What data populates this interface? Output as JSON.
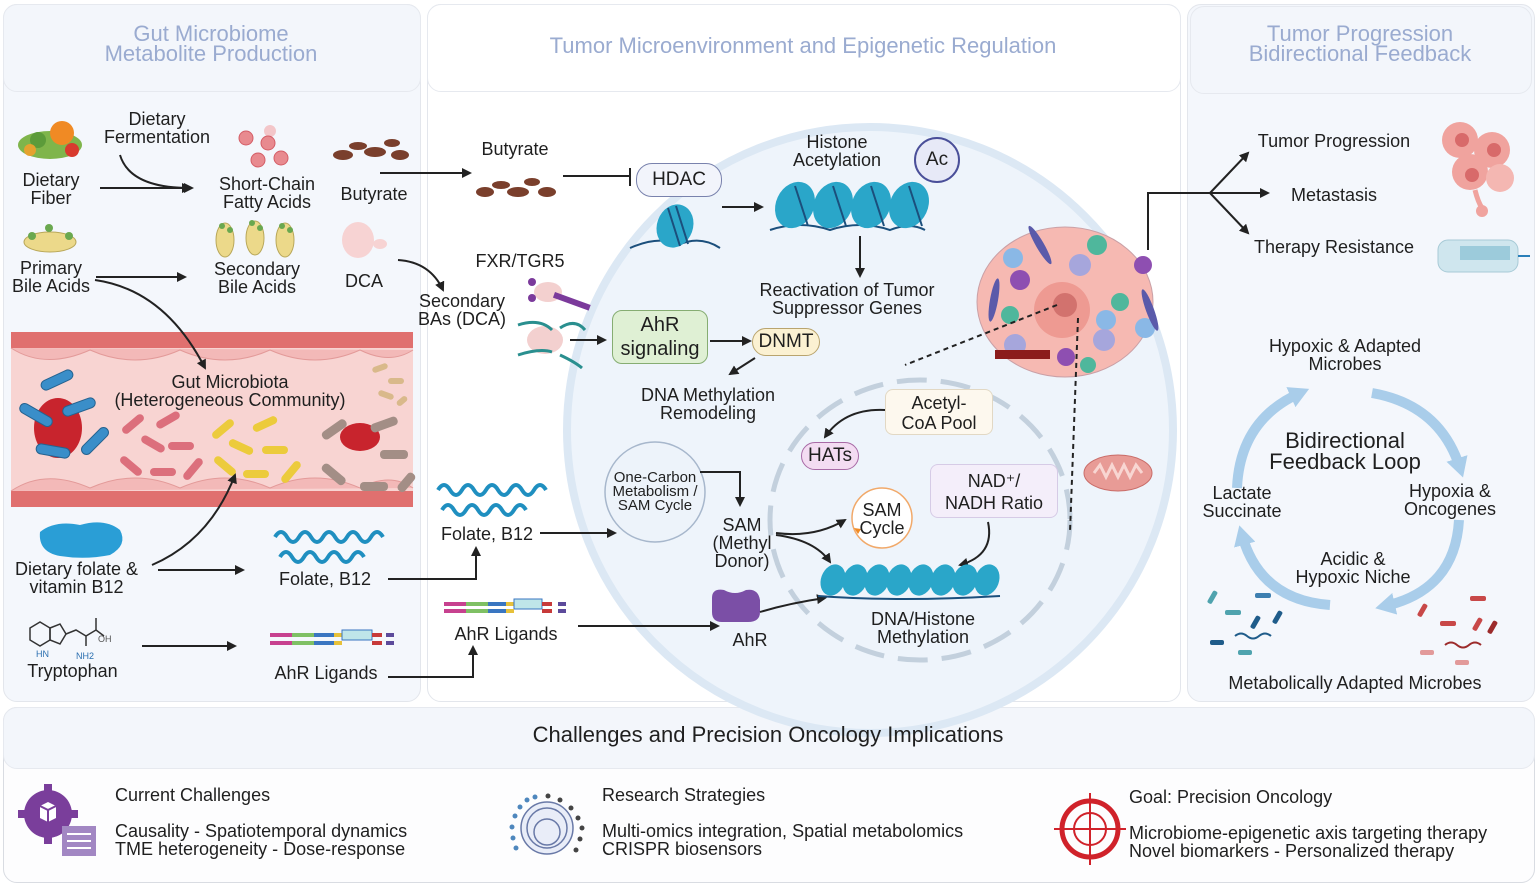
{
  "panels": {
    "left": {
      "title_line1": "Gut Microbiome",
      "title_line2": "Metabolite Production",
      "labels": {
        "dietary_fermentation_1": "Dietary",
        "dietary_fermentation_2": "Fermentation",
        "dietary_fiber_1": "Dietary",
        "dietary_fiber_2": "Fiber",
        "scfa_1": "Short-Chain",
        "scfa_2": "Fatty Acids",
        "butyrate": "Butyrate",
        "primary_ba_1": "Primary",
        "primary_ba_2": "Bile Acids",
        "secondary_ba_1": "Secondary",
        "secondary_ba_2": "Bile Acids",
        "dca": "DCA",
        "gut_microbiota_1": "Gut Microbiota",
        "gut_microbiota_2": "(Heterogeneous Community)",
        "dietary_folate_1": "Dietary folate &",
        "dietary_folate_2": "vitamin B12",
        "folate_b12": "Folate, B12",
        "tryptophan": "Tryptophan",
        "ahr_ligands": "AhR Ligands",
        "trp_oh": "OH",
        "trp_hn": "HN",
        "trp_nh2": "NH2"
      }
    },
    "middle": {
      "title": "Tumor Microenvironment and Epigenetic Regulation",
      "labels": {
        "butyrate": "Butyrate",
        "hdac": "HDAC",
        "histone_acetylation_1": "Histone",
        "histone_acetylation_2": "Acetylation",
        "ac": "Ac",
        "reactivation_1": "Reactivation of Tumor",
        "reactivation_2": "Suppressor Genes",
        "fxr_tgr5": "FXR/TGR5",
        "secondary_bas_1": "Secondary",
        "secondary_bas_2": "BAs (DCA)",
        "ahr_signaling_1": "AhR",
        "ahr_signaling_2": "signaling",
        "dnmt": "DNMT",
        "dna_meth_remodel_1": "DNA Methylation",
        "dna_meth_remodel_2": "Remodeling",
        "acetyl_coa_1": "Acetyl-",
        "acetyl_coa_2": "CoA Pool",
        "hats": "HATs",
        "one_carbon_1": "One-Carbon",
        "one_carbon_2": "Metabolism /",
        "one_carbon_3": "SAM Cycle",
        "folate_b12": "Folate, B12",
        "sam_1": "SAM",
        "sam_2": "(Methyl",
        "sam_3": "Donor)",
        "sam_cycle_1": "SAM",
        "sam_cycle_2": "Cycle",
        "nad_1": "NAD⁺/",
        "nad_2": "NADH Ratio",
        "dna_histone_meth_1": "DNA/Histone",
        "dna_histone_meth_2": "Methylation",
        "ahr_ligands": "AhR Ligands",
        "ahr": "AhR"
      }
    },
    "right": {
      "title_line1": "Tumor Progression",
      "title_line2": "Bidirectional Feedback",
      "labels": {
        "tumor_progression": "Tumor Progression",
        "metastasis": "Metastasis",
        "therapy_resistance": "Therapy Resistance",
        "hypoxic_microbes_1": "Hypoxic & Adapted",
        "hypoxic_microbes_2": "Microbes",
        "loop_1": "Bidirectional",
        "loop_2": "Feedback Loop",
        "lactate_1": "Lactate",
        "lactate_2": "Succinate",
        "hypoxia_1": "Hypoxia &",
        "hypoxia_2": "Oncogenes",
        "acidic_1": "Acidic &",
        "acidic_2": "Hypoxic Niche",
        "metabolically_adapted": "Metabolically Adapted Microbes"
      }
    },
    "bottom": {
      "title": "Challenges and Precision Oncology Implications",
      "sections": [
        {
          "heading": "Current Challenges",
          "line1": "Causality - Spatiotemporal dynamics",
          "line2": "TME heterogeneity - Dose-response",
          "icon": "gear-sliders-icon"
        },
        {
          "heading": "Research Strategies",
          "line1": "Multi-omics integration, Spatial metabolomics",
          "line2": "CRISPR biosensors",
          "icon": "dial-icon"
        },
        {
          "heading": "Goal: Precision Oncology",
          "line1": "Microbiome-epigenetic axis targeting therapy",
          "line2": "Novel biomarkers - Personalized therapy",
          "icon": "target-icon"
        }
      ]
    }
  },
  "colors": {
    "panel_title": "#9aabd0",
    "nucleosome": "#2aa6c9",
    "ahr_green": "#dff0d4",
    "dnmt_yellow": "#fbf1d2",
    "hats_pink": "#f3dcf2",
    "purple": "#7b4fa6",
    "target_red": "#d0222a",
    "cell_bg": "#eef4fb",
    "vessel": "#f6c5c3"
  }
}
